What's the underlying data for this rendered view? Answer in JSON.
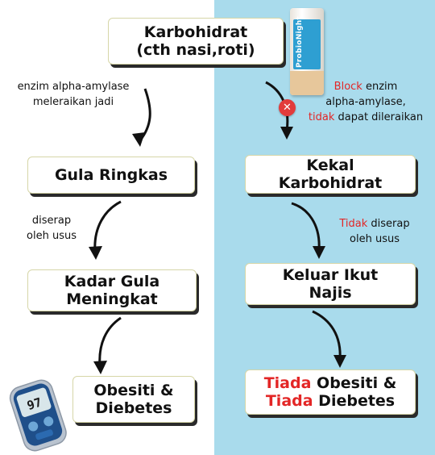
{
  "top_box": {
    "line1": "Karbohidrat",
    "line2": "(cth nasi,roti)"
  },
  "product": {
    "brand": "ProbioNight"
  },
  "left": {
    "note1": {
      "line1": "enzim alpha-amylase",
      "line2": "meleraikan jadi"
    },
    "box1": "Gula Ringkas",
    "note2": {
      "line1": "diserap",
      "line2": "oleh usus"
    },
    "box2": {
      "line1": "Kadar Gula",
      "line2": "Meningkat"
    },
    "box3": {
      "line1": "Obesiti &",
      "line2": "Diebetes"
    },
    "meter_reading": "97"
  },
  "right": {
    "note1": {
      "red1": "Block",
      "rest1": " enzim",
      "line2": "alpha-amylase,",
      "red3": "tidak",
      "rest3": " dapat dileraikan"
    },
    "box1": {
      "line1": "Kekal",
      "line2": "Karbohidrat"
    },
    "note2": {
      "red1": "Tidak",
      "rest1": " diserap",
      "line2": "oleh usus"
    },
    "box2": {
      "line1": "Keluar Ikut",
      "line2": "Najis"
    },
    "box3": {
      "red1": "Tiada",
      "rest1": " Obesiti &",
      "red2": "Tiada",
      "rest2": " Diebetes"
    }
  },
  "colors": {
    "right_background": "#a9dbec",
    "negation_red": "#e32626",
    "badge": "#e23b3b"
  },
  "icons": {
    "blocked": "x-circle-icon",
    "meter": "glucose-meter-icon"
  }
}
